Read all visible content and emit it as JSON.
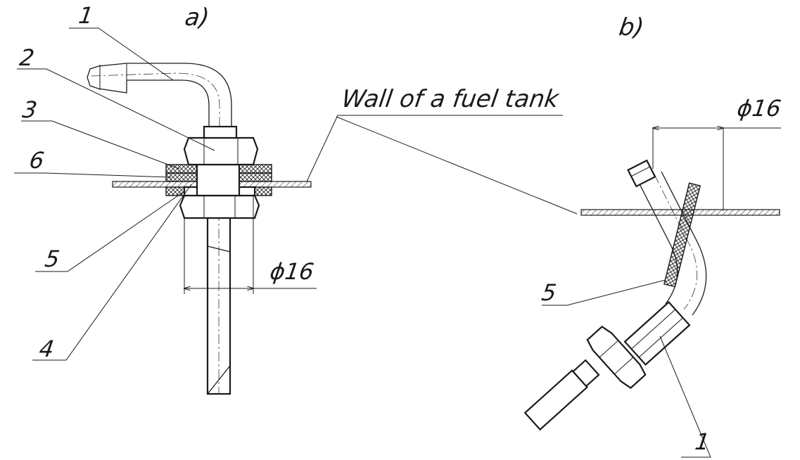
{
  "views": {
    "a": {
      "label": "a)"
    },
    "b": {
      "label": "b)"
    }
  },
  "callouts": {
    "a": [
      "1",
      "2",
      "3",
      "6",
      "5",
      "4"
    ],
    "b": [
      "5",
      "1"
    ]
  },
  "tank_wall_label": "Wall of a fuel tank",
  "dimensions": {
    "a": "ϕ16",
    "b": "ϕ16"
  },
  "colors": {
    "line": "#1a1a1a",
    "background": "#ffffff"
  }
}
